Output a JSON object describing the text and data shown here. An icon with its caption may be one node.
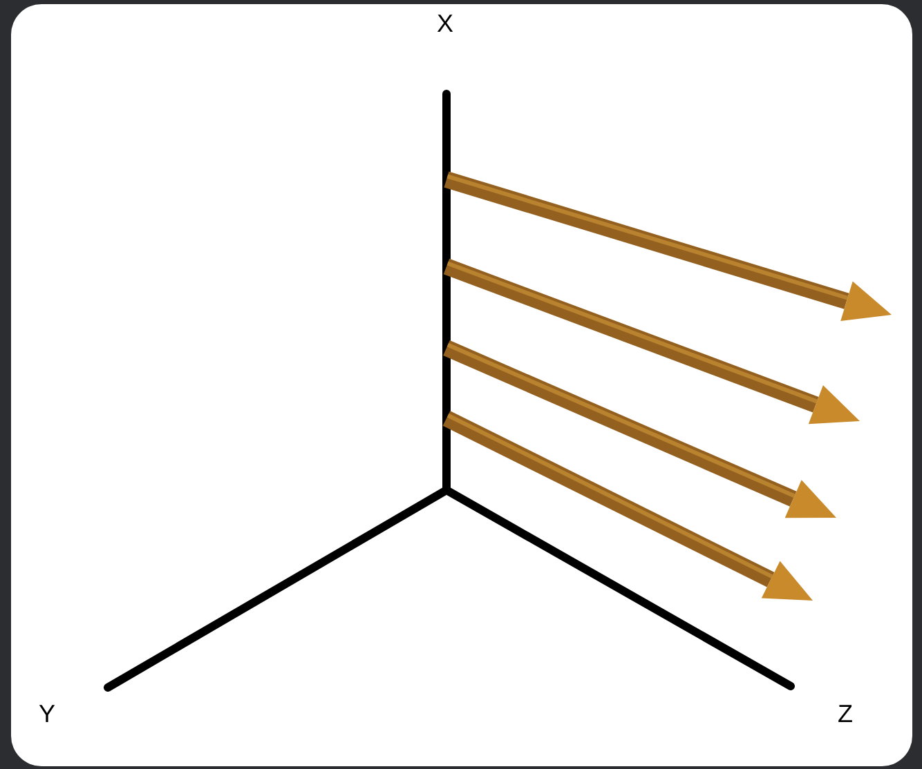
{
  "diagram": {
    "labels": [
      "X",
      "Y",
      "Z"
    ]
  }
}
